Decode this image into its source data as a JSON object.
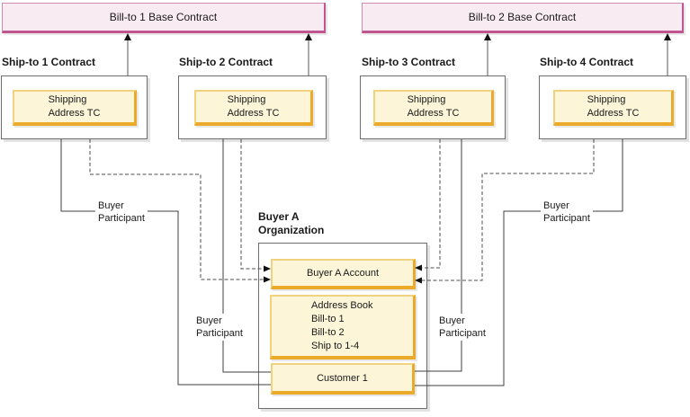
{
  "base_contracts": [
    {
      "label": "Bill-to 1 Base Contract"
    },
    {
      "label": "Bill-to 2 Base Contract"
    }
  ],
  "ship_contracts": [
    {
      "title": "Ship-to 1 Contract",
      "tc_lines": [
        "Shipping",
        "Address TC"
      ]
    },
    {
      "title": "Ship-to 2 Contract",
      "tc_lines": [
        "Shipping",
        "Address TC"
      ]
    },
    {
      "title": "Ship-to 3 Contract",
      "tc_lines": [
        "Shipping",
        "Address TC"
      ]
    },
    {
      "title": "Ship-to 4 Contract",
      "tc_lines": [
        "Shipping",
        "Address TC"
      ]
    }
  ],
  "organization": {
    "title_lines": [
      "Buyer A",
      "Organization"
    ],
    "account_label": "Buyer A Account",
    "address_book_lines": [
      "Address Book",
      "Bill-to 1",
      "Bill-to 2",
      "Ship to 1-4"
    ],
    "customer_label": "Customer 1"
  },
  "connector_labels": [
    {
      "lines": [
        "Buyer",
        "Participant"
      ]
    },
    {
      "lines": [
        "Buyer",
        "Participant"
      ]
    },
    {
      "lines": [
        "Buyer",
        "Participant"
      ]
    },
    {
      "lines": [
        "Buyer",
        "Participant"
      ]
    }
  ],
  "colors": {
    "base_contract_fill": "#f8ebf2",
    "base_contract_border": "#c05590",
    "tc_fill": "#fcf5d7",
    "tc_border": "#ecaa2b",
    "box_border": "#6e6e6e",
    "line": "#444444"
  }
}
